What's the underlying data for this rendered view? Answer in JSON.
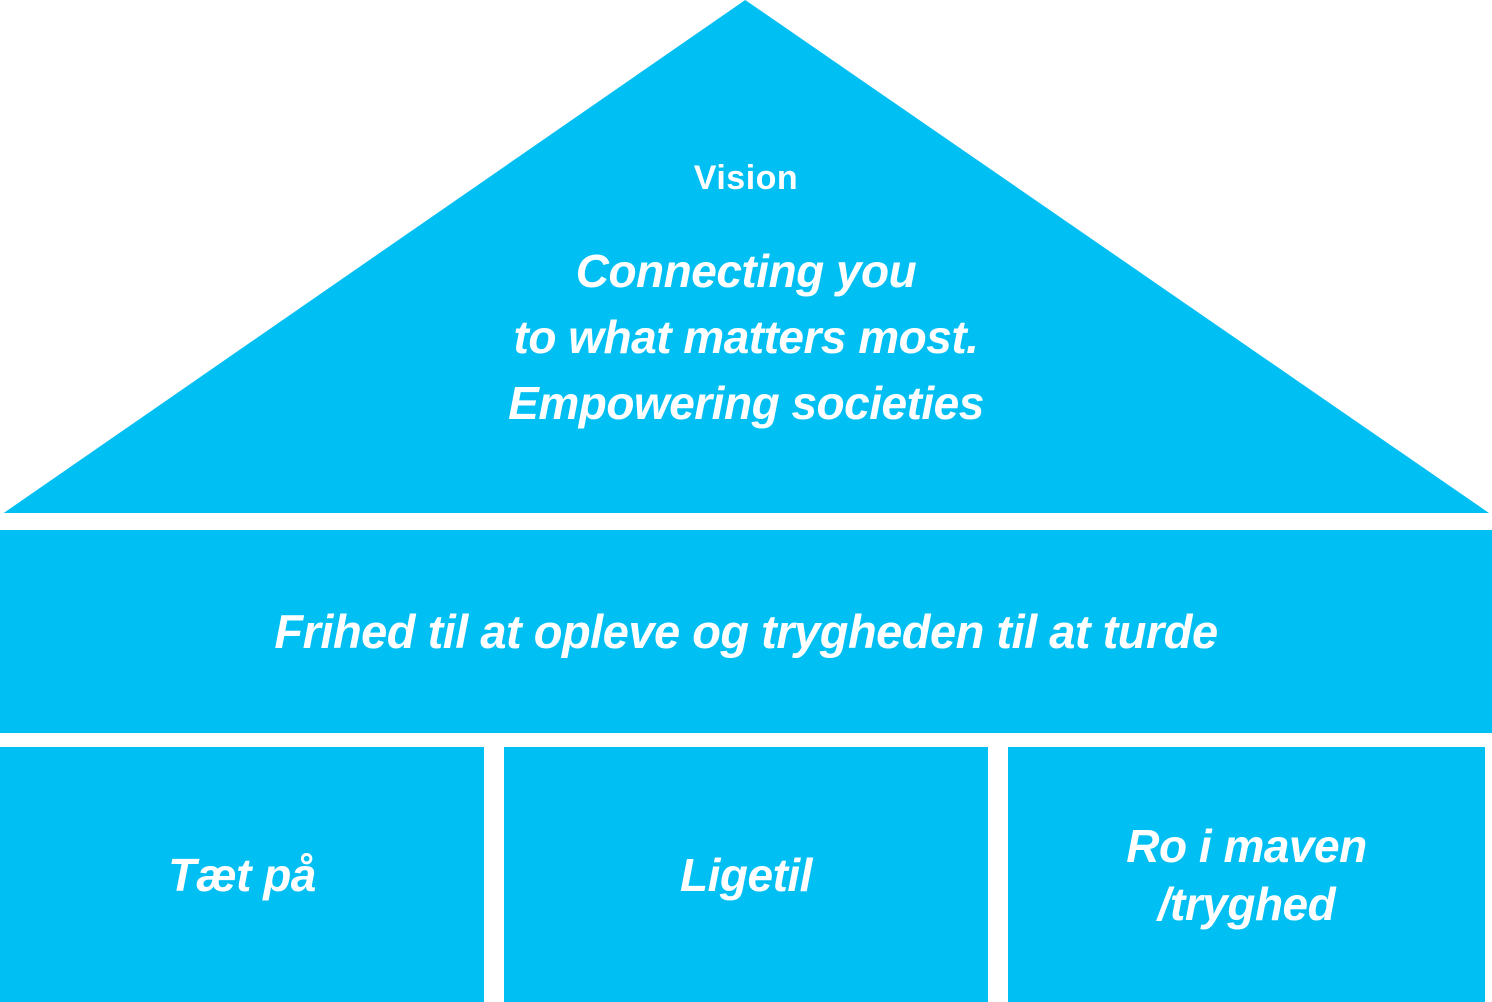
{
  "diagram": {
    "type": "brand-pyramid",
    "colors": {
      "primary": "#00BFF3",
      "text_on_primary": "#FFFFFF",
      "background": "#FFFFFF"
    },
    "vision": {
      "label": "Vision",
      "statement_lines": {
        "0": "Connecting you",
        "1": "to what matters most.",
        "2": "Empowering societies"
      }
    },
    "promise_bar": {
      "text": "Frihed til at opleve og trygheden til at turde"
    },
    "value_boxes": {
      "0": {
        "lines": {
          "0": "Tæt på"
        }
      },
      "1": {
        "lines": {
          "0": "Ligetil"
        }
      },
      "2": {
        "lines": {
          "0": "Ro i maven",
          "1": "/tryghed"
        }
      }
    }
  }
}
